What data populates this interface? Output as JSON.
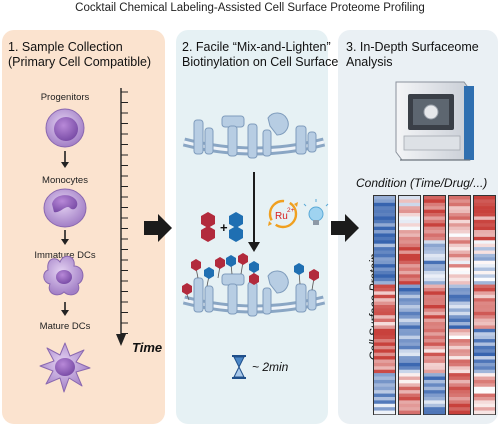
{
  "title": "Cocktail Chemical Labeling-Assisted Cell Surface Proteome Profiling",
  "panels": {
    "p1": {
      "line1": "1. Sample Collection",
      "line2": "(Primary Cell Compatible)"
    },
    "p2": {
      "line1": "2. Facile “Mix-and-Lighten”",
      "line2": "Biotinylation on Cell Surface"
    },
    "p3": {
      "line1": "3. In-Depth Surfaceome",
      "line2": "Analysis"
    }
  },
  "stages": {
    "progenitors": "Progenitors",
    "monocytes": "Monocytes",
    "immature": "Immature DCs",
    "mature": "Mature DCs"
  },
  "time_label": "Time",
  "catalyst_label": "Ru",
  "catalyst_superscript": "2+",
  "plus_sign": "+",
  "duration_label": "~ 2min",
  "condition_label": "Condition (Time/Drug/...)",
  "protein_axis_label": "Cell Surface Protein",
  "colors": {
    "panel1_bg": "#fbe3cf",
    "panel2_bg": "#e6f1f4",
    "panel3_bg": "#eaf0f4",
    "probe_red": "#b22a3c",
    "probe_blue": "#1f6fb2",
    "heatmap_red": "#c8453b",
    "heatmap_blue": "#3a62a8",
    "cell_purple": "#b08ad0"
  },
  "heatmap": {
    "columns": 5
  }
}
